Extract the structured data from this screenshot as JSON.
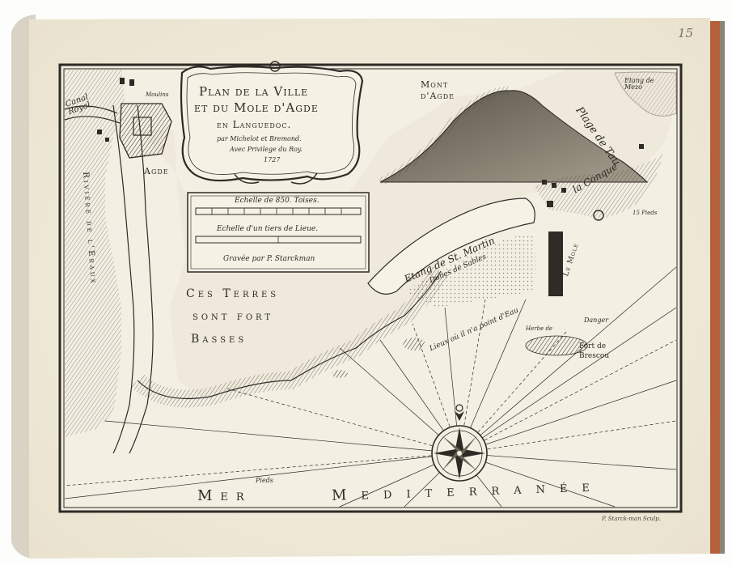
{
  "page_number": "15",
  "title": {
    "line1": "Plan de la Ville",
    "line2": "et du Mole d'Agde",
    "line3": "en Languedoc.",
    "authors": "par Michelot et Bremond.",
    "privilege": "Avec Privilege du Roy.",
    "year": "1727"
  },
  "scale": {
    "toises": "Echelle de 850. Toises.",
    "lieue": "Echelle d'un tiers de Lieue."
  },
  "engraver": "Gravée par P. Starckman",
  "signature": "P. Starck-man Sculp.",
  "labels": {
    "mont_agde": "Mont d'Agde",
    "etang_mezo": "Etang de Mezo",
    "plage_tau": "Plage de Tau",
    "canal_royal": "Canal Royal",
    "moulins": "Moulins",
    "agde": "Agde",
    "riviere": "Rivière de l'Eraux",
    "la_conque": "la Conque",
    "etang_st_martin": "Etang de St. Martin",
    "dunes": "Dunes de Sables",
    "le_mole": "Le Mole",
    "terres1": "Ces Terres",
    "terres2": "sont fort",
    "terres3": "Basses",
    "lieux_eau": "Lieux où il n'a point d'Eau",
    "herbe": "Herbe de",
    "danger": "Danger",
    "fort_brescou1": "Fort de",
    "fort_brescou2": "Brescou",
    "pieds1": "Pieds",
    "pieds2": "15 Pieds",
    "mer": "Mer",
    "mediterranee": "Mediterranée"
  },
  "colors": {
    "paper": "#f3eedf",
    "ink": "#2e2a25",
    "spine": "#b4603a",
    "board": "#d9d4c6"
  }
}
